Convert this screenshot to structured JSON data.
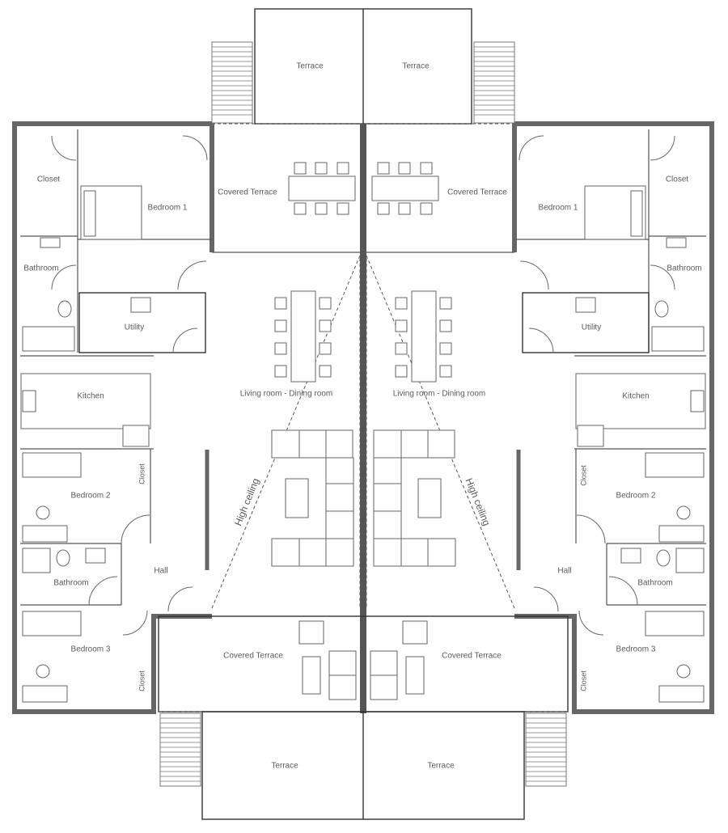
{
  "colors": {
    "wall": "#666666",
    "line": "#333333",
    "text": "#5a5a5a",
    "background": "#ffffff"
  },
  "labels": {
    "terrace_top_left": "Terrace",
    "terrace_top_right": "Terrace",
    "terrace_bottom_left": "Terrace",
    "terrace_bottom_right": "Terrace",
    "covered_terrace_top_left": "Covered Terrace",
    "covered_terrace_top_right": "Covered Terrace",
    "covered_terrace_bottom_left": "Covered Terrace",
    "covered_terrace_bottom_right": "Covered Terrace",
    "closet_left": "Closet",
    "closet_right": "Closet",
    "bedroom1_left": "Bedroom 1",
    "bedroom1_right": "Bedroom 1",
    "bathroom_top_left": "Bathroom",
    "bathroom_top_right": "Bathroom",
    "utility_left": "Utility",
    "utility_right": "Utility",
    "kitchen_left": "Kitchen",
    "kitchen_right": "Kitchen",
    "living_left": "Living room - Dining room",
    "living_right": "Living room - Dining room",
    "bedroom2_left": "Bedroom 2",
    "bedroom2_right": "Bedroom 2",
    "closet_b2_left": "Closet",
    "closet_b2_right": "Closet",
    "bathroom_mid_left": "Bathroom",
    "bathroom_mid_right": "Bathroom",
    "hall_left": "Hall",
    "hall_right": "Hall",
    "bedroom3_left": "Bedroom 3",
    "bedroom3_right": "Bedroom 3",
    "closet_b3_left": "Closet",
    "closet_b3_right": "Closet",
    "high_ceiling_left": "High ceiling",
    "high_ceiling_right": "High ceiling"
  }
}
